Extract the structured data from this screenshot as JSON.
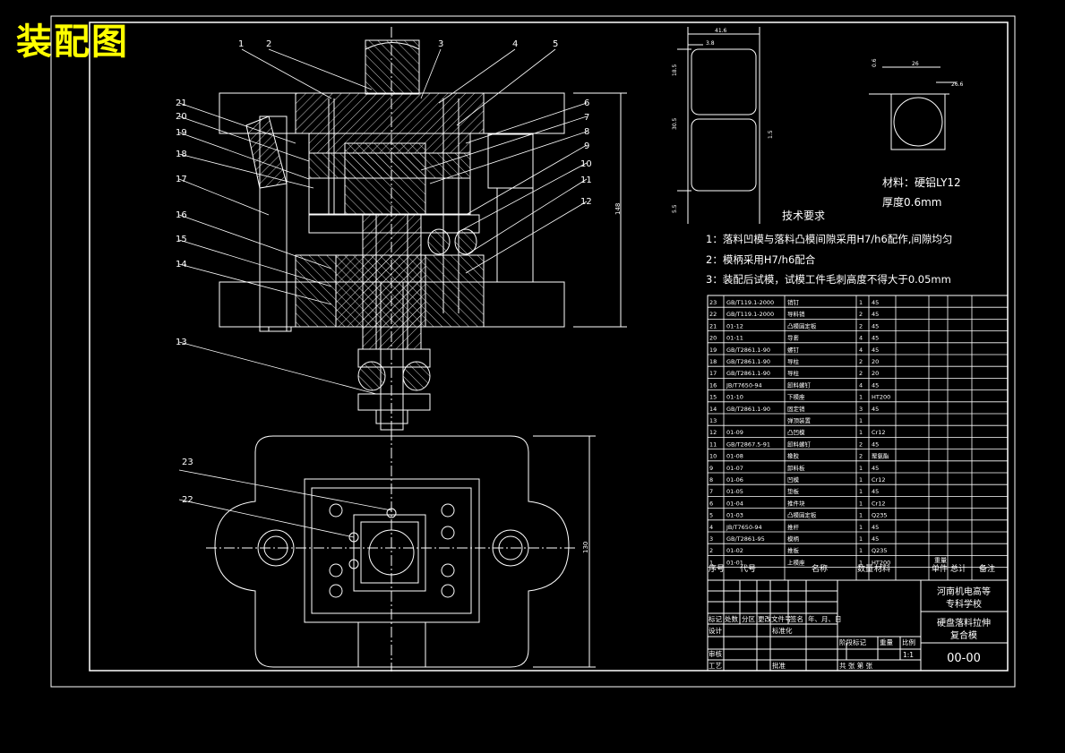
{
  "title": "装配图",
  "callouts": [
    "1",
    "2",
    "3",
    "4",
    "5",
    "6",
    "7",
    "8",
    "9",
    "10",
    "11",
    "12",
    "13",
    "14",
    "15",
    "16",
    "17",
    "18",
    "19",
    "20",
    "21",
    "22",
    "23"
  ],
  "dims": {
    "part_width": "41.6",
    "part_gap": "3.8",
    "part_h1": "18.5",
    "part_h2": "30.5",
    "part_h3": "1.5",
    "part_h4": "5.5",
    "assembly_height": "148",
    "plan_height": "130",
    "small_w": "26",
    "small_h": "26.6",
    "small_t": "0.6"
  },
  "material": "材料：硬铝LY12",
  "thickness": "厚度0.6mm",
  "tech_title": "技术要求",
  "tech_reqs": [
    "1：落料凹模与落料凸模间隙采用H7/h6配作,间隙均匀",
    "2：模柄采用H7/h6配合",
    "3：装配后试模，试模工件毛刺高度不得大于0.05mm"
  ],
  "bom_rows": [
    [
      "23",
      "GB/T119.1-2000",
      "销钉",
      "1",
      "45"
    ],
    [
      "22",
      "GB/T119.1-2000",
      "导料销",
      "2",
      "45"
    ],
    [
      "21",
      "01-12",
      "凸模固定板",
      "2",
      "45"
    ],
    [
      "20",
      "01-11",
      "导套",
      "4",
      "45"
    ],
    [
      "19",
      "GB/T2861.1-90",
      "螺钉",
      "4",
      "45"
    ],
    [
      "18",
      "GB/T2861.1-90",
      "导柱",
      "2",
      "20"
    ],
    [
      "17",
      "GB/T2861.1-90",
      "导柱",
      "2",
      "20"
    ],
    [
      "16",
      "JB/T7650-94",
      "卸料螺钉",
      "4",
      "45"
    ],
    [
      "15",
      "01-10",
      "下模座",
      "1",
      "HT200"
    ],
    [
      "14",
      "GB/T2861.1-90",
      "固定销",
      "3",
      "45"
    ],
    [
      "13",
      "",
      "弹顶装置",
      "1",
      ""
    ],
    [
      "12",
      "01-09",
      "凸凹模",
      "1",
      "Cr12"
    ],
    [
      "11",
      "GB/T2867.5-91",
      "卸料螺钉",
      "2",
      "45"
    ],
    [
      "10",
      "01-08",
      "橡胶",
      "2",
      "聚氨酯"
    ],
    [
      "9",
      "01-07",
      "卸料板",
      "1",
      "45"
    ],
    [
      "8",
      "01-06",
      "凹模",
      "1",
      "Cr12"
    ],
    [
      "7",
      "01-05",
      "垫板",
      "1",
      "45"
    ],
    [
      "6",
      "01-04",
      "推件块",
      "1",
      "Cr12"
    ],
    [
      "5",
      "01-03",
      "凸模固定板",
      "1",
      "Q235"
    ],
    [
      "4",
      "JB/T7650-94",
      "推杆",
      "1",
      "45"
    ],
    [
      "3",
      "GB/T2861-95",
      "模柄",
      "1",
      "45"
    ],
    [
      "2",
      "01-02",
      "推板",
      "1",
      "Q235"
    ],
    [
      "1",
      "01-01",
      "上模座",
      "1",
      "HT200"
    ]
  ],
  "bom_header": [
    "序号",
    "代号",
    "名称",
    "数量",
    "材料",
    "单件",
    "总计",
    "备注"
  ],
  "bom_weight": "重量",
  "school": "河南机电高等专科学校",
  "drawing_name": "硬盘落料拉伸复合模",
  "drawing_no": "00-00",
  "scale": "1:1",
  "tb_labels": {
    "mark": "标记",
    "count": "处数",
    "zone": "分区",
    "change_no": "更改文件号",
    "sign": "签名",
    "date": "年、月、日",
    "design": "设计",
    "standard": "标准化",
    "review": "审核",
    "process": "工艺",
    "approve": "批准",
    "stage_mark": "阶段标记",
    "weight": "重量",
    "ratio": "比例",
    "sheets": "共   张   第   张"
  }
}
